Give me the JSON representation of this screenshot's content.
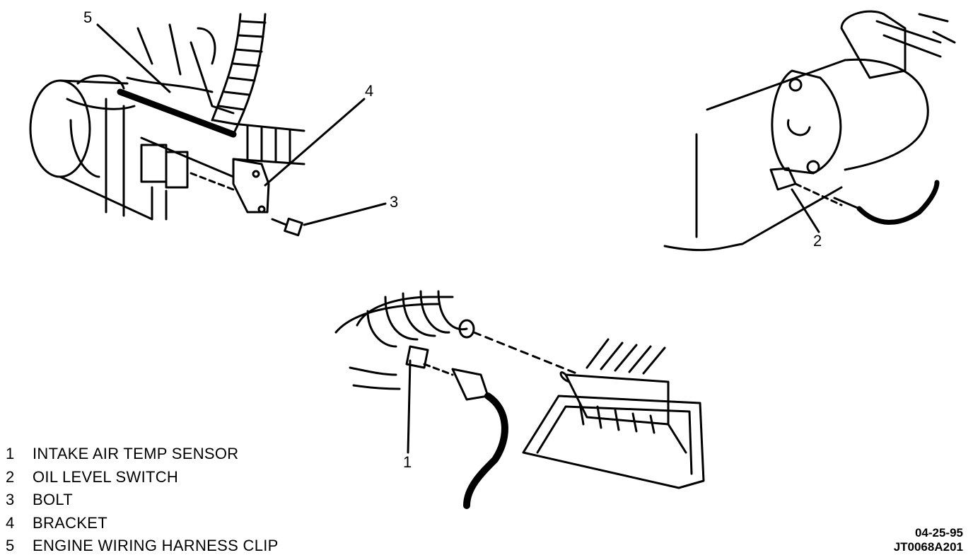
{
  "callouts": {
    "c1": "1",
    "c2": "2",
    "c3": "3",
    "c4": "4",
    "c5": "5"
  },
  "legend": [
    {
      "num": "1",
      "text": "INTAKE AIR TEMP SENSOR"
    },
    {
      "num": "2",
      "text": "OIL LEVEL SWITCH"
    },
    {
      "num": "3",
      "text": "BOLT"
    },
    {
      "num": "4",
      "text": "BRACKET"
    },
    {
      "num": "5",
      "text": "ENGINE WIRING HARNESS CLIP"
    }
  ],
  "figure_code": {
    "date": "04-25-95",
    "id": "JT0068A201"
  }
}
